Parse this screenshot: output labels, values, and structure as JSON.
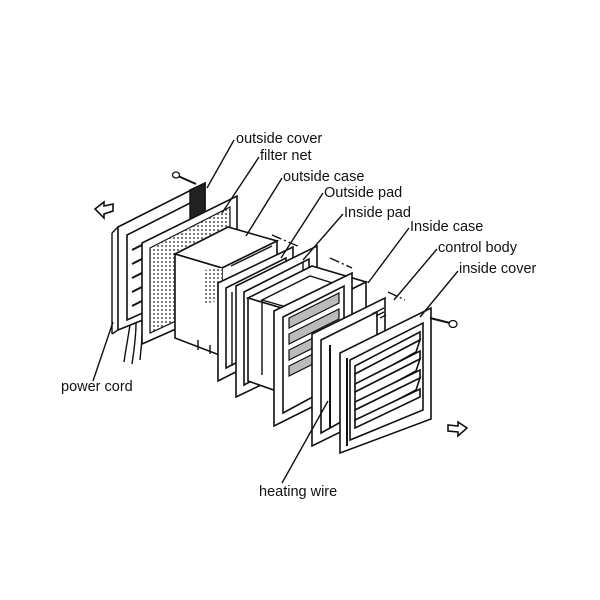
{
  "labels": {
    "outside_cover": "outside cover",
    "filter_net": "filter net",
    "outside_case": "outside case",
    "outside_pad": "Outside pad",
    "inside_pad": "Inside pad",
    "inside_case": "Inside case",
    "control_body": "control body",
    "inside_cover": "inside cover",
    "power_cord": "power cord",
    "heating_wire": "heating wire"
  },
  "icons": {
    "airflow_in": "hollow-arrow-left-icon",
    "airflow_out": "hollow-arrow-right-icon",
    "screw": "screw-icon"
  },
  "colors": {
    "line": "#111111",
    "background": "#ffffff"
  }
}
